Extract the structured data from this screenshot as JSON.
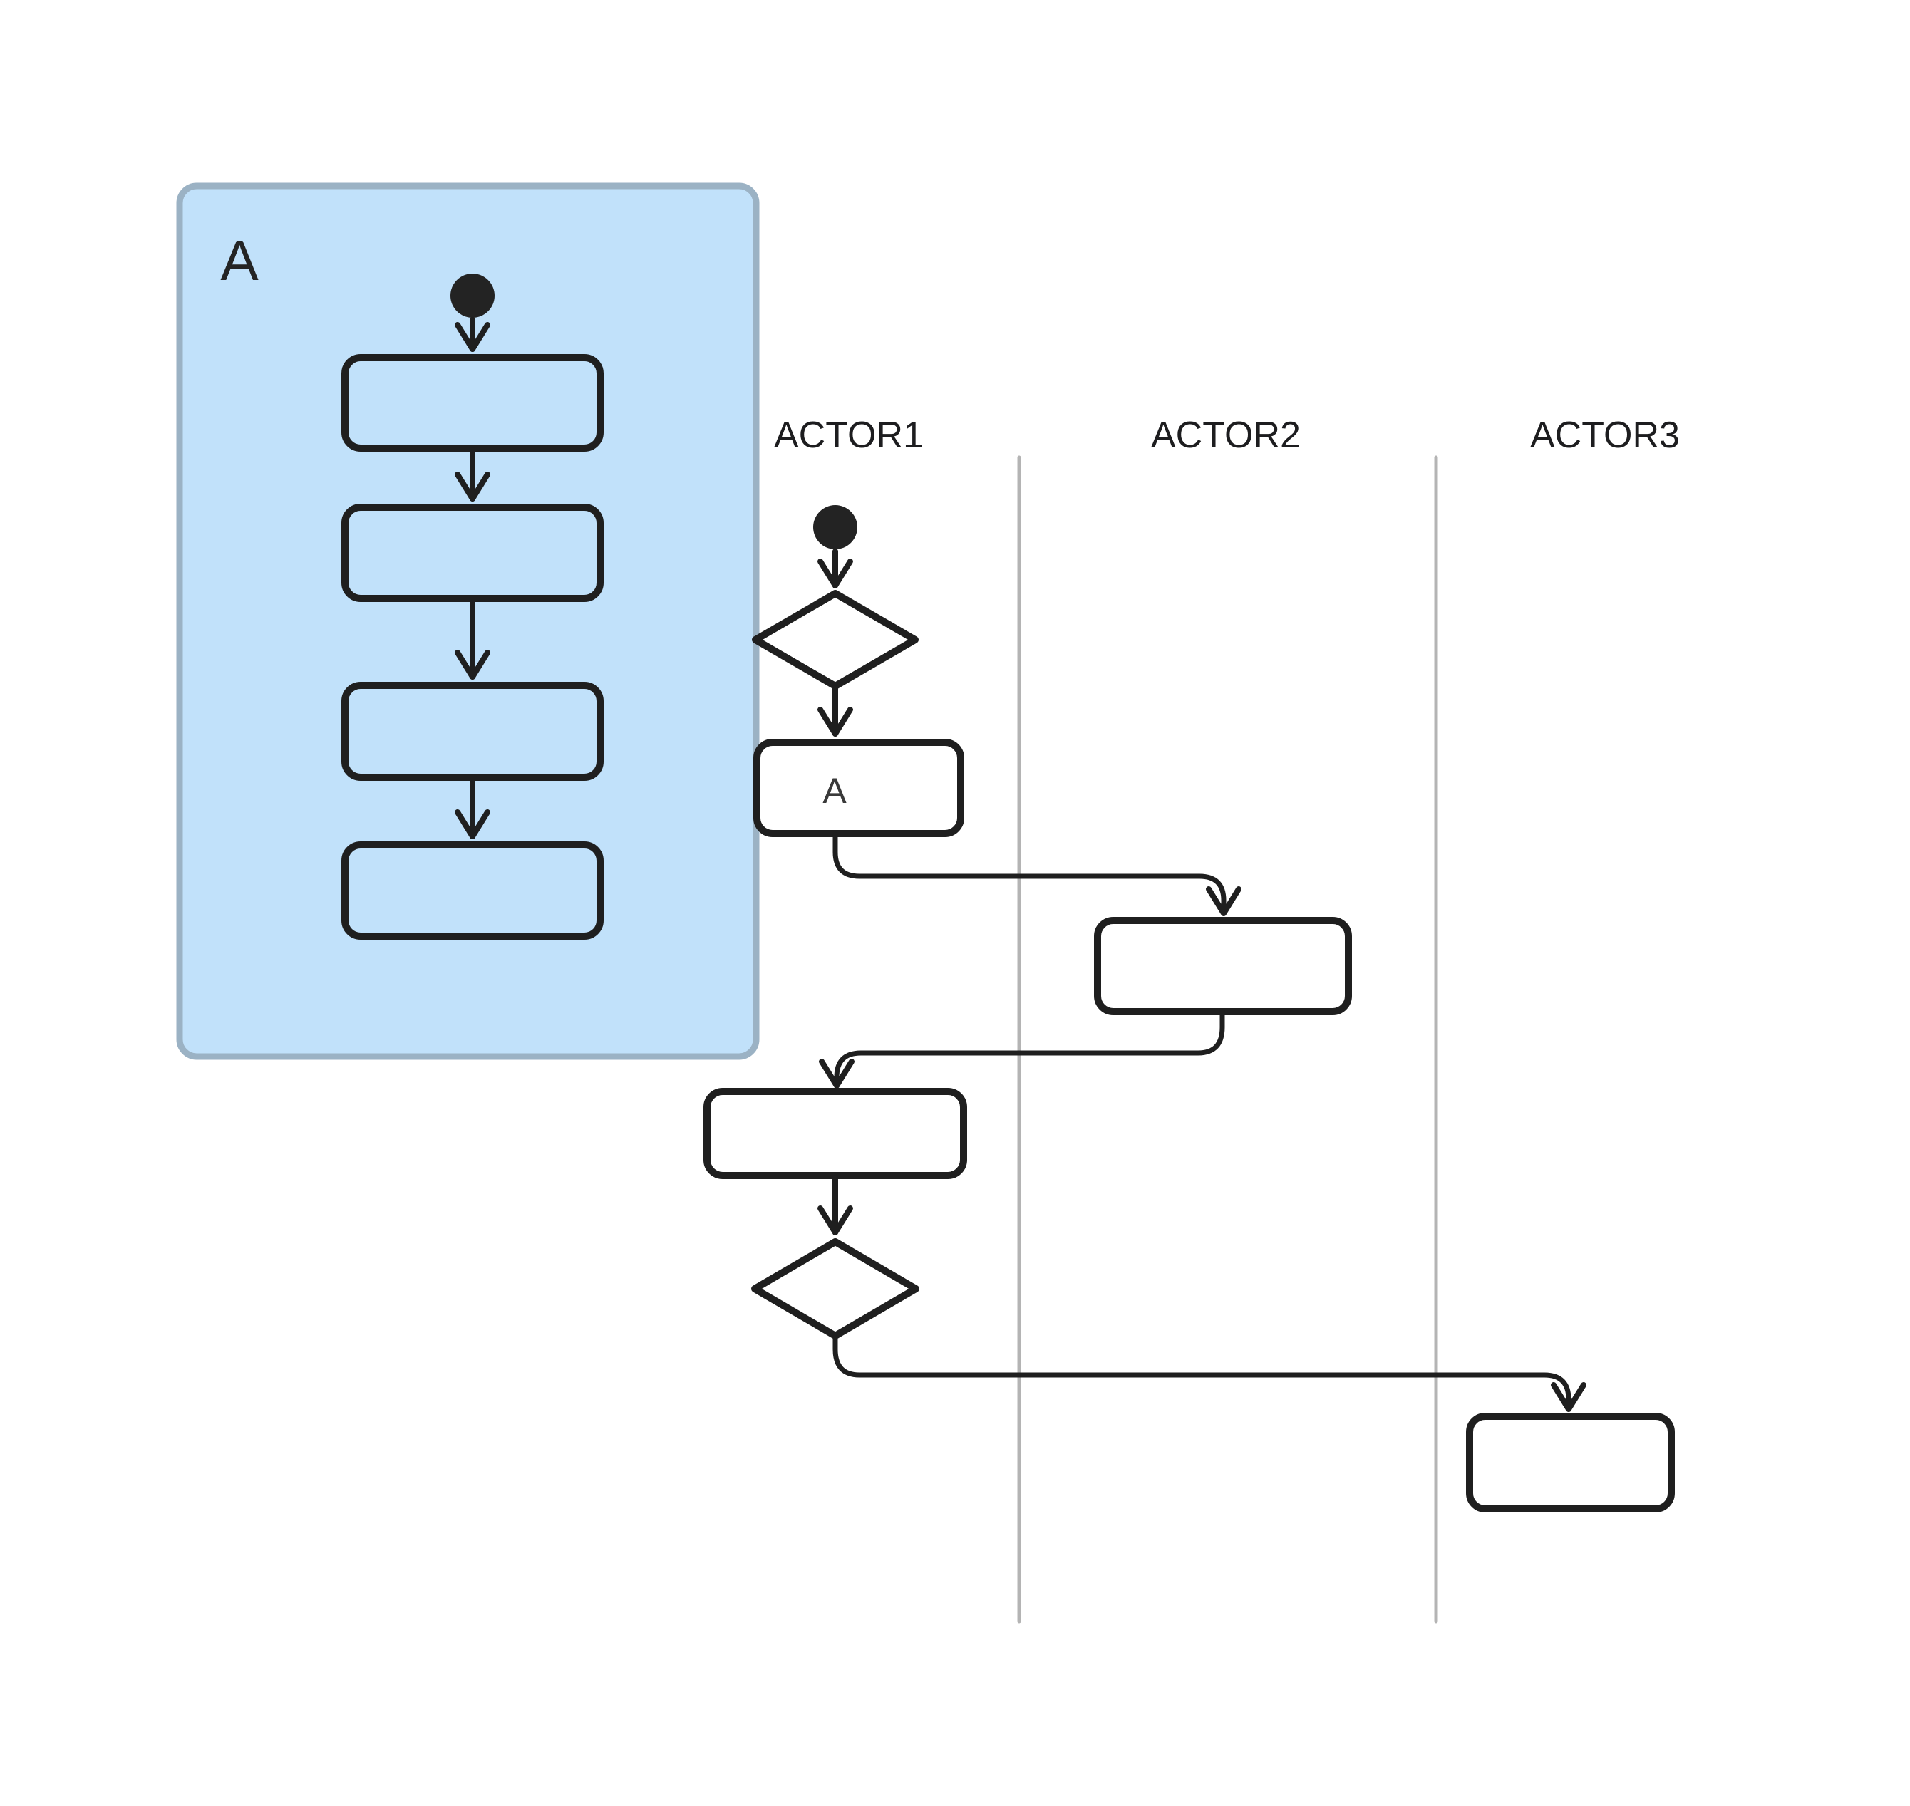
{
  "diagram": {
    "type": "activity-flowchart-with-swimlanes",
    "background": "#ffffff",
    "colors": {
      "panel_fill": "#c1e1fa",
      "panel_border": "#9bb2c4",
      "shape_stroke": "#1f1f1f",
      "shape_fill": "#ffffff",
      "start_node_fill": "#232323",
      "lane_divider": "#b4b4b4",
      "lane_label_text": "#1d1d1f",
      "activity_label_text": "#3a3a3a",
      "panel_label_text": "#242424"
    },
    "subprocess_panel": {
      "label": "A",
      "contents": [
        "start-node",
        "activity",
        "activity",
        "activity",
        "activity"
      ]
    },
    "lanes": [
      {
        "label": "ACTOR1"
      },
      {
        "label": "ACTOR2"
      },
      {
        "label": "ACTOR3"
      }
    ],
    "main_flow": {
      "activity_a_label": "A",
      "sequence": [
        "start (ACTOR1)",
        "decision (ACTOR1)",
        "activity A (ACTOR1)",
        "activity (ACTOR2)",
        "activity (ACTOR1)",
        "decision (ACTOR1)",
        "activity (ACTOR3)"
      ]
    }
  }
}
